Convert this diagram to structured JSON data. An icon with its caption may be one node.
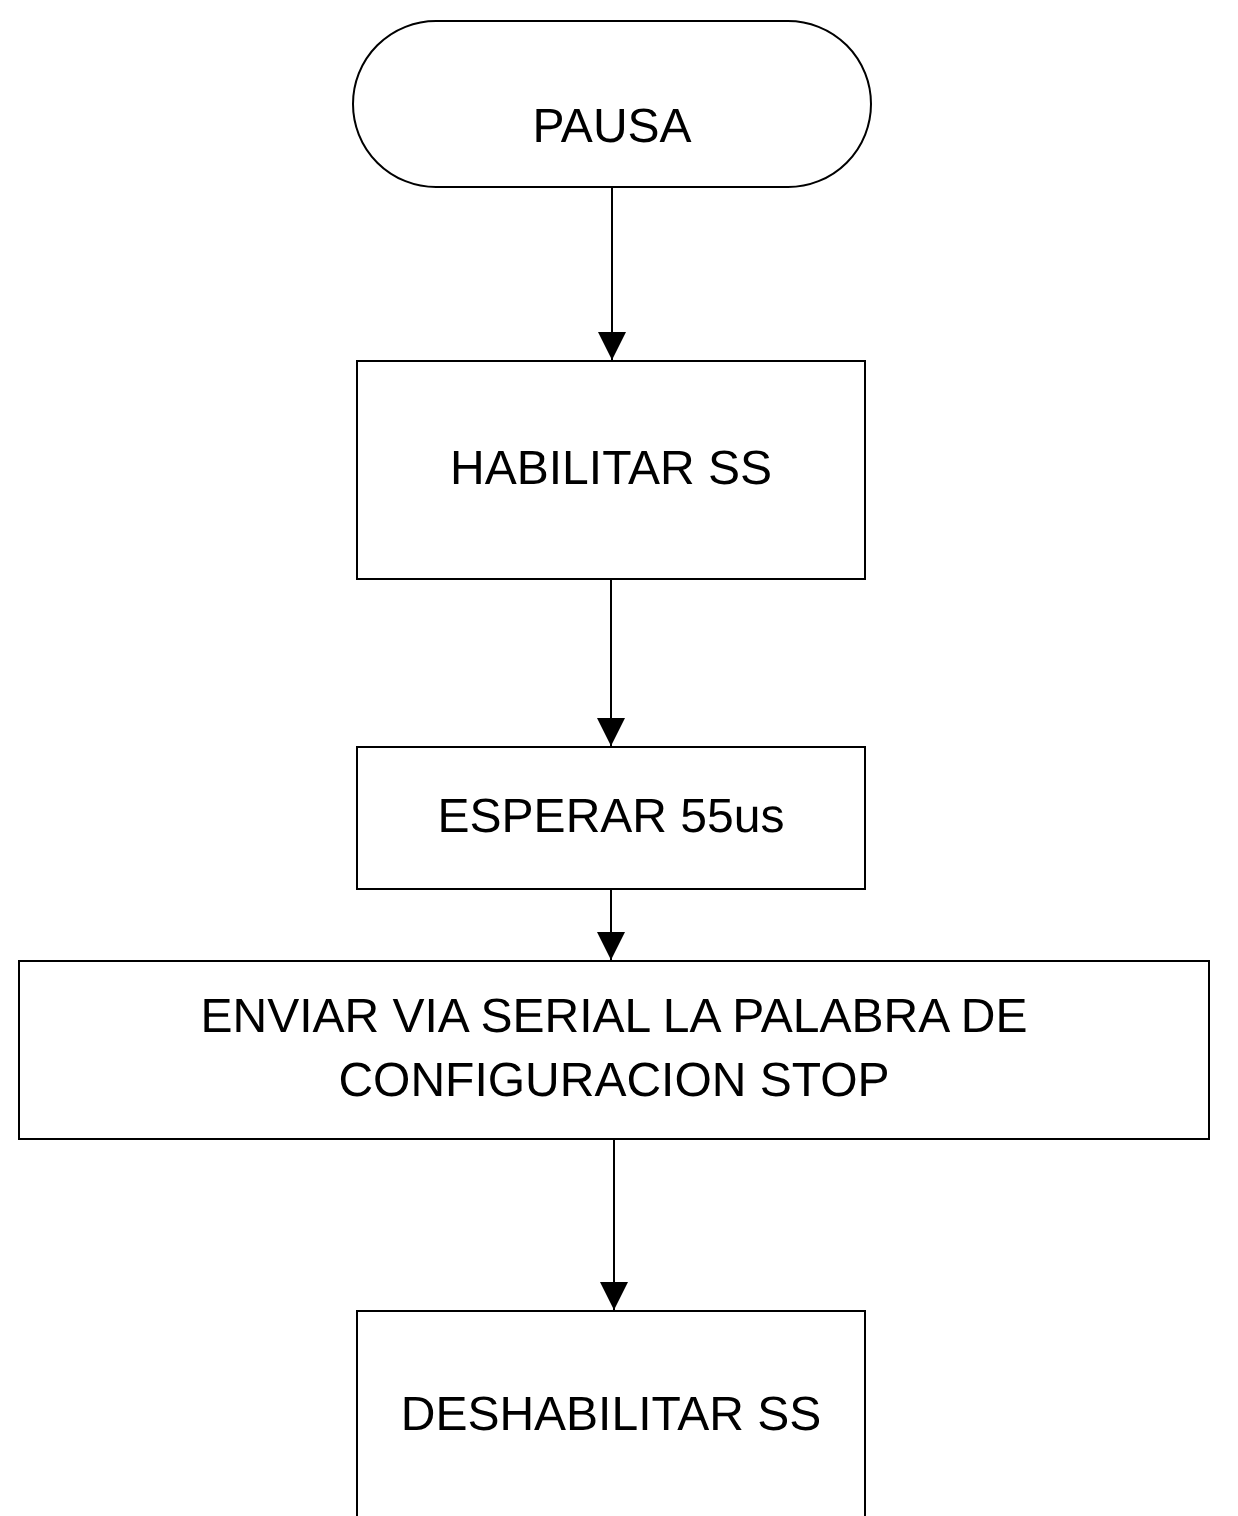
{
  "diagram": {
    "nodes": [
      {
        "text": [
          "PAUSA"
        ]
      },
      {
        "text": [
          "HABILITAR SS"
        ]
      },
      {
        "text": [
          "ESPERAR 55us"
        ]
      },
      {
        "text": [
          "ENVIAR VIA SERIAL LA PALABRA DE CONFIGURACION STOP"
        ]
      },
      {
        "text": [
          "DESHABILITAR SS"
        ]
      }
    ],
    "edges": [
      {
        "from": 0,
        "to": 1,
        "arrow": "to"
      },
      {
        "from": 1,
        "to": 2,
        "arrow": "to"
      },
      {
        "from": 2,
        "to": 3,
        "arrow": "to"
      },
      {
        "from": 3,
        "to": 4,
        "arrow": "to"
      }
    ]
  }
}
